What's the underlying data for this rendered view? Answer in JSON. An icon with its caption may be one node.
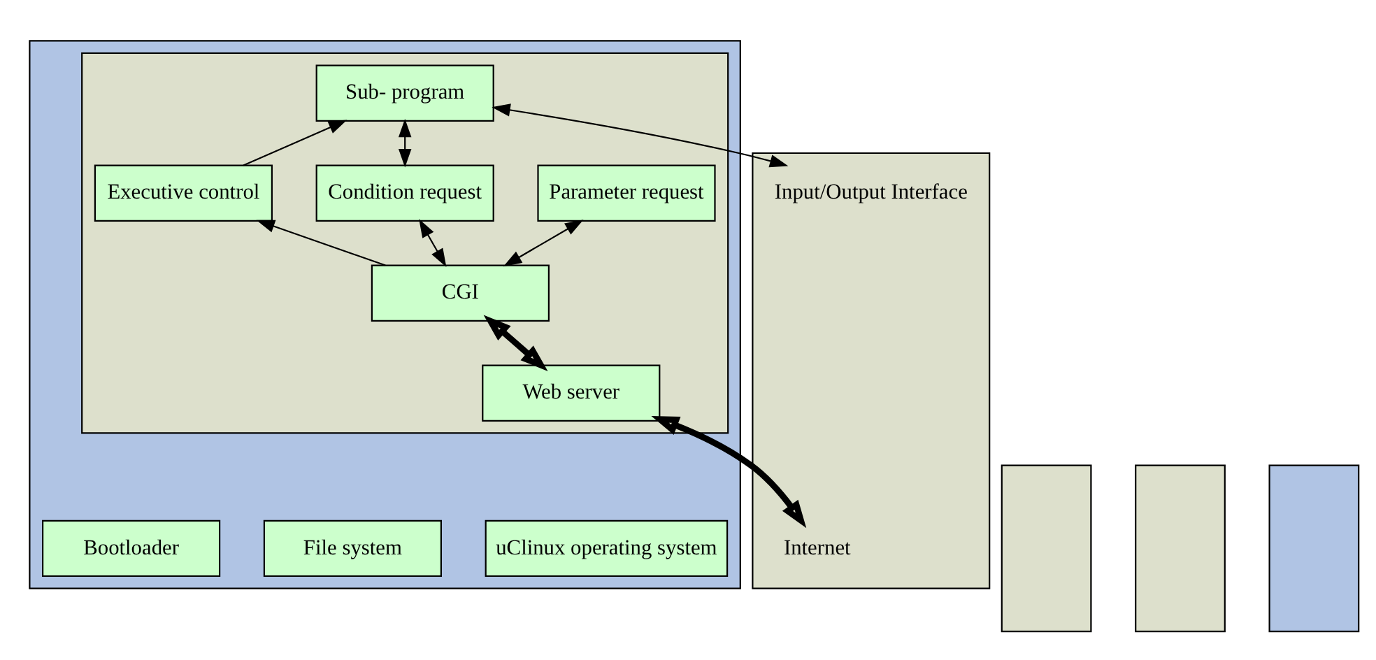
{
  "diagram": {
    "nodes": [
      {
        "text": [],
        "shape": "box"
      },
      {
        "text": [
          "Input/Output Interface"
        ],
        "in": 0
      },
      {
        "text": [
          "Internet"
        ],
        "in": 0
      },
      {
        "text": [],
        "shape": "box"
      },
      {
        "text": [],
        "shape": "box",
        "in": 3
      },
      {
        "text": [
          "Sub- program"
        ],
        "in": 4
      },
      {
        "text": [
          "Executive control"
        ],
        "in": 4
      },
      {
        "text": [
          "Condition request"
        ],
        "in": 4
      },
      {
        "text": [
          "Parameter request"
        ],
        "in": 4
      },
      {
        "text": [
          "CGI"
        ],
        "in": 4
      },
      {
        "text": [
          "Web server"
        ],
        "in": 4
      },
      {
        "text": [
          "uClinux operating system"
        ],
        "in": 3
      },
      {
        "text": [
          "File system"
        ],
        "in": 3
      },
      {
        "text": [
          "Bootloader"
        ],
        "in": 3
      },
      {
        "text": [],
        "shape": "box"
      },
      {
        "text": [],
        "shape": "box"
      },
      {
        "text": [],
        "shape": "box"
      }
    ],
    "edges": [
      {
        "from": 1,
        "to": 5,
        "arrow": "both"
      },
      {
        "from": 6,
        "to": 5,
        "arrow": "to"
      },
      {
        "from": 9,
        "to": 6,
        "arrow": "to"
      },
      {
        "from": 7,
        "to": 5,
        "arrow": "both"
      },
      {
        "from": 9,
        "to": 7,
        "arrow": "both"
      },
      {
        "from": 9,
        "to": 8,
        "arrow": "both"
      },
      {
        "from": 10,
        "to": 9,
        "arrow": "both",
        "style": "thick"
      },
      {
        "from": 2,
        "to": 10,
        "arrow": "both",
        "style": "thick"
      }
    ]
  }
}
